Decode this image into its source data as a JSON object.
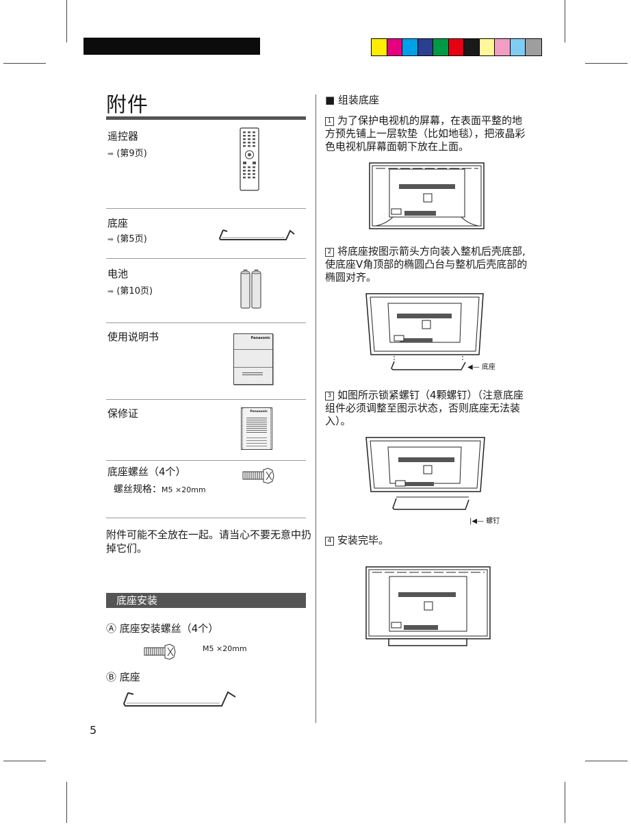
{
  "color_bar": [
    "#FFED00",
    "#E5007F",
    "#00A0E9",
    "#2C3E8F",
    "#009944",
    "#E60012",
    "#1A1A1A",
    "#FFF799",
    "#F19EC2",
    "#7ECEF4",
    "#9E9E9E"
  ],
  "left": {
    "title": "附件",
    "items": [
      {
        "label": "遥控器",
        "ref": "(第9页)"
      },
      {
        "label": "底座",
        "ref": "(第5页)"
      },
      {
        "label": "电池",
        "ref": "(第10页)"
      },
      {
        "label": "使用说明书",
        "ref": ""
      },
      {
        "label": "保修证",
        "ref": ""
      },
      {
        "label": "底座螺丝（4个）",
        "ref": ""
      }
    ],
    "screw_spec_label": "螺丝规格：",
    "screw_spec_value": "M5 ×20mm",
    "manual_brand": "Panasonic",
    "warranty_brand": "Panasonic",
    "note": "附件可能不全放在一起。请当心不要无意中扔掉它们。",
    "section_title": "底座安装",
    "partA": "Ⓐ 底座安装螺丝（4个）",
    "partA_spec": "M5 ×20mm",
    "partB": "Ⓑ 底座",
    "page_number": "5"
  },
  "right": {
    "heading": "■ 组装底座",
    "steps": [
      {
        "num": "1",
        "text": "为了保护电视机的屏幕，在表面平整的地方预先铺上一层软垫（比如地毯），把液晶彩色电视机屏幕面朝下放在上面。"
      },
      {
        "num": "2",
        "text": "将底座按图示箭头方向装入整机后壳底部,使底座V角顶部的椭圆凸台与整机后壳底部的椭圆对齐。"
      },
      {
        "num": "3",
        "text": "如图所示锁紧螺钉（4颗螺钉）（注意底座组件必须调整至图示状态，否则底座无法装入）。"
      },
      {
        "num": "4",
        "text": "安装完毕。"
      }
    ],
    "label_base": "底座",
    "label_screw": "螺钉"
  }
}
